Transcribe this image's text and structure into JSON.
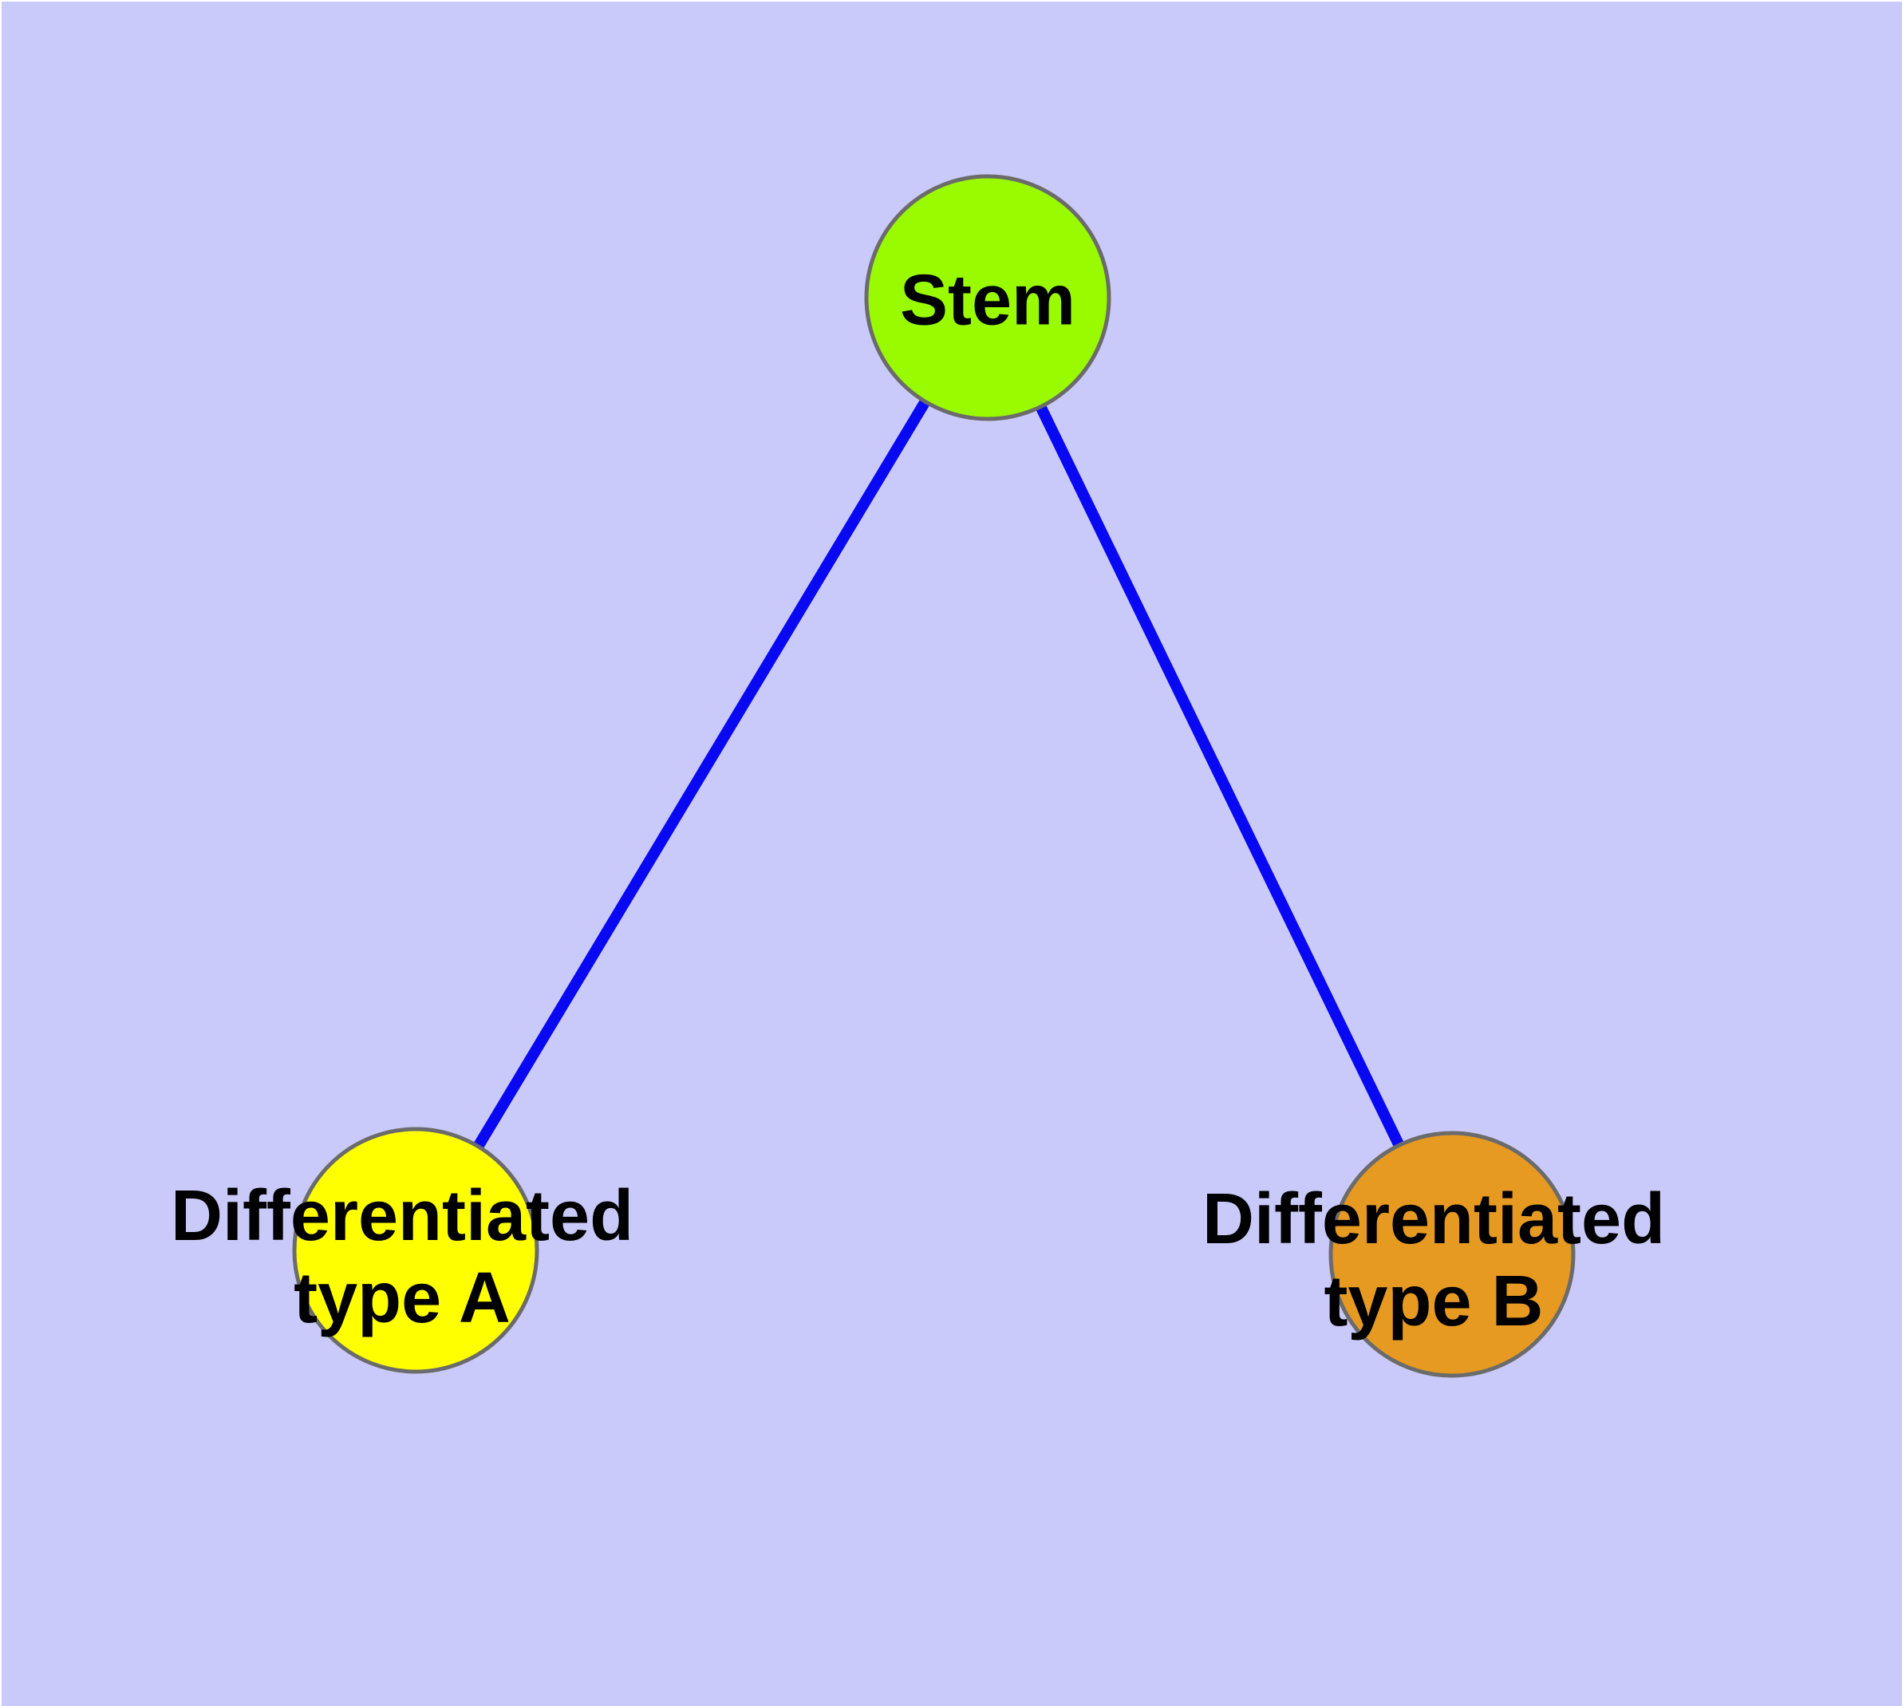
{
  "diagram": {
    "background_color": "#CACAFA",
    "outer_margin_color": "#ffffff",
    "edge_color": "#0808F2",
    "node_border_color": "#6B6B6B",
    "text_color": "#000000",
    "nodes": [
      {
        "id": "stem",
        "label": "Stem",
        "fill": "#9AFB00"
      },
      {
        "id": "type-a",
        "label_line1": "Differentiated",
        "label_line2": "type A",
        "fill": "#FFFF00"
      },
      {
        "id": "type-b",
        "label_line1": "Differentiated",
        "label_line2": "type B",
        "fill": "#E69A22"
      }
    ],
    "edges": [
      {
        "from": "Stem",
        "to": "Differentiated type A"
      },
      {
        "from": "Stem",
        "to": "Differentiated type B"
      }
    ]
  }
}
